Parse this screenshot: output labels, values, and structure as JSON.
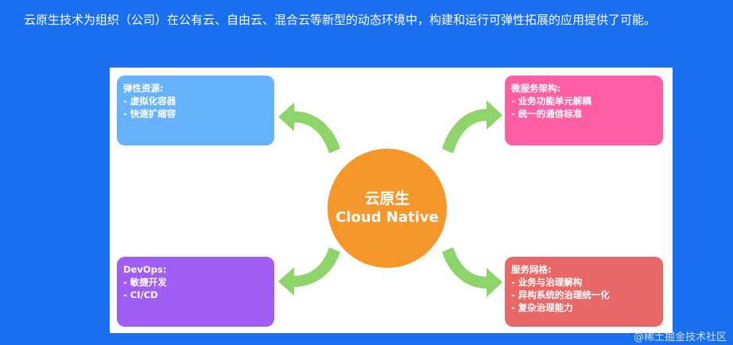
{
  "intro_text": "云原生技术为组织（公司）在公有云、自由云、混合云等新型的动态环境中，构建和运行可弹性拓展的应用提供了可能。",
  "center": {
    "title_zh": "云原生",
    "title_en": "Cloud Native",
    "color": "#f6972c"
  },
  "boxes": {
    "top_left": {
      "title": "弹性资源:",
      "items": [
        "- 虚拟化容器",
        "- 快速扩缩容"
      ],
      "color": "#66b2fb"
    },
    "top_right": {
      "title": "微服务架构:",
      "items": [
        "- 业务功能单元解耦",
        "- 统一的通信标准"
      ],
      "color": "#ff5ea5"
    },
    "bottom_left": {
      "title": "DevOps:",
      "items": [
        "- 敏捷开发",
        "- CI/CD"
      ],
      "color": "#a05cf3"
    },
    "bottom_right": {
      "title": "服务网格:",
      "items": [
        "- 业务与治理解构",
        "- 异构系统的治理统一化",
        "- 复杂治理能力"
      ],
      "color": "#e86767"
    }
  },
  "arrow_color": "#8ed46a",
  "watermark": "@稀土掘金技术社区"
}
